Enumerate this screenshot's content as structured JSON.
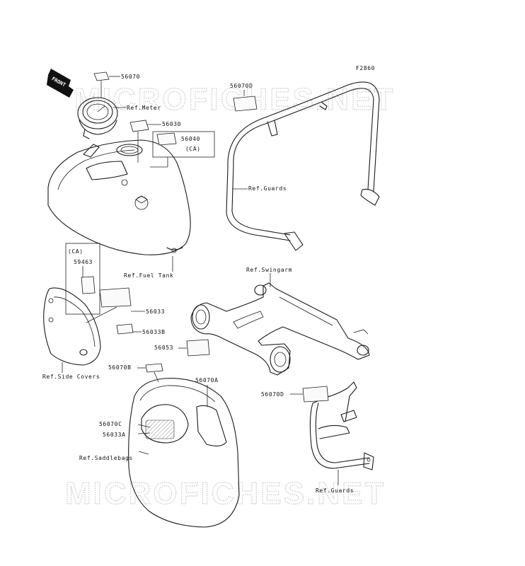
{
  "figure_code": "F2860",
  "watermark": "MICROFICHES.NET",
  "front_label": "FRONT",
  "parts": {
    "p56070": "56070",
    "p56030": "56030",
    "p56040": "56040",
    "p56040_note": "(CA)",
    "p56070D_top": "56070D",
    "p59463_note": "(CA)",
    "p59463": "59463",
    "p56033": "56033",
    "p56033B": "56033B",
    "p56053": "56053",
    "p56070B": "56070B",
    "p56070A": "56070A",
    "p56070C": "56070C",
    "p56033A": "56033A",
    "p56070D_bottom": "56070D"
  },
  "refs": {
    "meter": "Ref.Meter",
    "fuel_tank": "Ref.Fuel Tank",
    "guards_top": "Ref.Guards",
    "swingarm": "Ref.Swingarm",
    "side_covers": "Ref.Side Covers",
    "saddlebags": "Ref.Saddlebags",
    "guards_bottom": "Ref.Guards"
  }
}
